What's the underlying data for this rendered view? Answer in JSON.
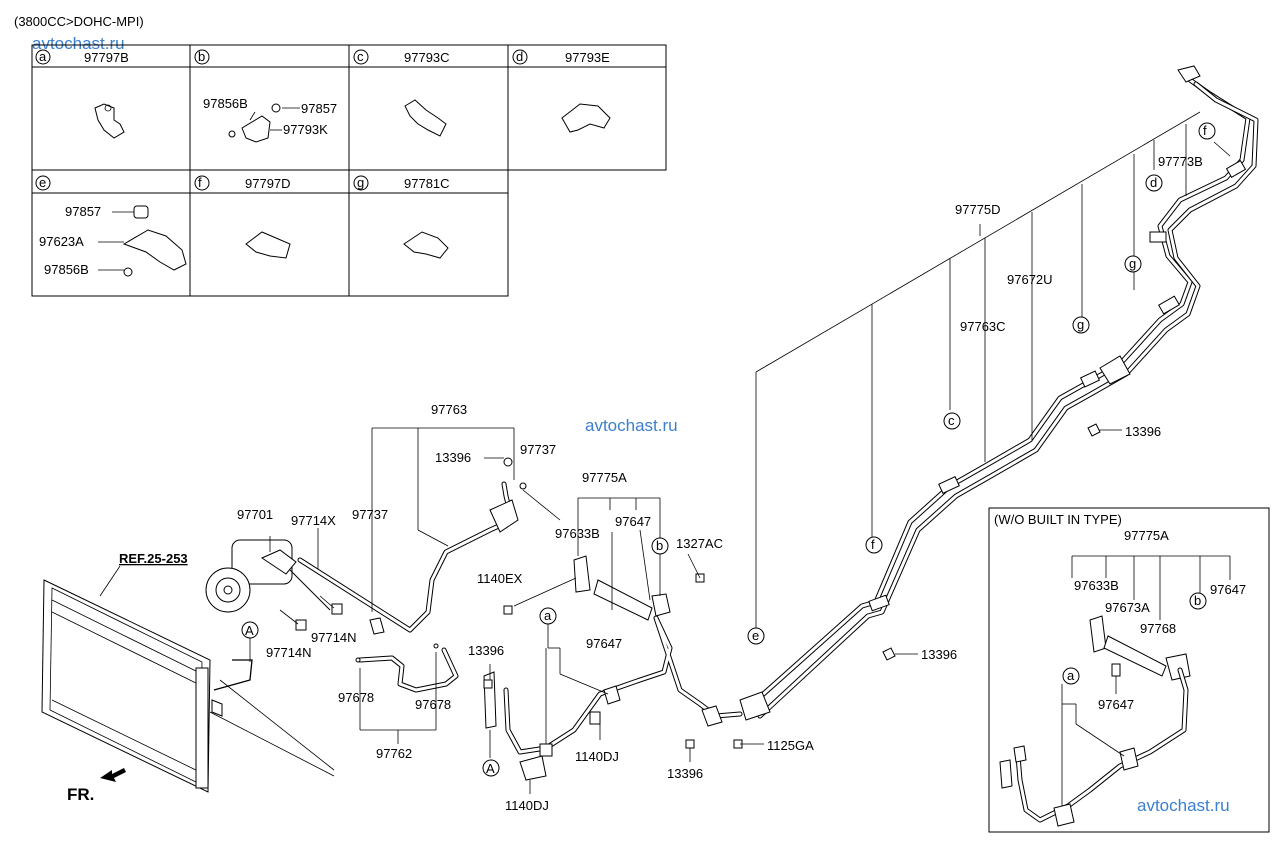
{
  "header": {
    "engine": "(3800CC>DOHC-MPI)"
  },
  "watermarks": [
    "avtochast.ru",
    "avtochast.ru",
    "avtochast.ru"
  ],
  "table": {
    "cells": [
      {
        "letter": "a",
        "part": "97797B"
      },
      {
        "letter": "b",
        "part": ""
      },
      {
        "letter": "c",
        "part": "97793C"
      },
      {
        "letter": "d",
        "part": "97793E"
      },
      {
        "letter": "e",
        "part": ""
      },
      {
        "letter": "f",
        "part": "97797D"
      },
      {
        "letter": "g",
        "part": "97781C"
      }
    ],
    "b_labels": [
      "97856B",
      "97857",
      "97793K"
    ],
    "e_labels": [
      "97857",
      "97623A",
      "97856B"
    ]
  },
  "labels": {
    "p97775D": "97775D",
    "p97773B": "97773B",
    "p97672U": "97672U",
    "p97763C": "97763C",
    "p13396_a": "13396",
    "p13396_b": "13396",
    "p13396_c": "13396",
    "p13396_d": "13396",
    "p13396_e": "13396",
    "p97763": "97763",
    "p97737_a": "97737",
    "p97737_b": "97737",
    "p97775A": "97775A",
    "p97633B": "97633B",
    "p97647_a": "97647",
    "p97647_b": "97647",
    "p1327AC": "1327AC",
    "p1140EX": "1140EX",
    "p97701": "97701",
    "p97714X": "97714X",
    "p97714N_a": "97714N",
    "p97714N_b": "97714N",
    "ref": "REF.25-253",
    "p97678_a": "97678",
    "p97678_b": "97678",
    "p97762": "97762",
    "p1140DJ_a": "1140DJ",
    "p1140DJ_b": "1140DJ",
    "p1125GA": "1125GA",
    "fr": "FR."
  },
  "callouts": {
    "A1": "A",
    "A2": "A",
    "a_main": "a",
    "b_main": "b",
    "c_main": "c",
    "d_main": "d",
    "e_main": "e",
    "f_main1": "f",
    "f_main2": "f",
    "g_main1": "g",
    "g_main2": "g",
    "a_inset": "a",
    "b_inset": "b"
  },
  "inset": {
    "title": "(W/O BUILT IN TYPE)",
    "p97775A": "97775A",
    "p97633B": "97633B",
    "p97673A": "97673A",
    "p97768": "97768",
    "p97647_a": "97647",
    "p97647_b": "97647"
  }
}
